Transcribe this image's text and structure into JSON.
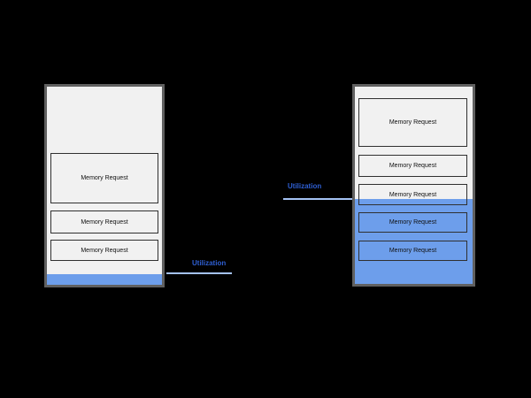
{
  "canvas": {
    "background": "#000000"
  },
  "colors": {
    "canvas_bg": "#000000",
    "container_fill": "#f1f1f1",
    "container_border": "#606060",
    "box_border": "#303030",
    "box_text": "#111111",
    "utilization_fill": "#6d9eeb",
    "utilization_line": "#a4c2f4",
    "utilization_text": "#2e5fd3"
  },
  "left_diagram": {
    "boxes": [
      "Memory Request",
      "Memory Request",
      "Memory Request"
    ],
    "utilization_label": "Utilization"
  },
  "right_diagram": {
    "boxes": [
      "Memory Request",
      "Memory Request",
      "Memory Request",
      "Memory Request",
      "Memory Request"
    ],
    "utilization_label": "Utilization"
  }
}
